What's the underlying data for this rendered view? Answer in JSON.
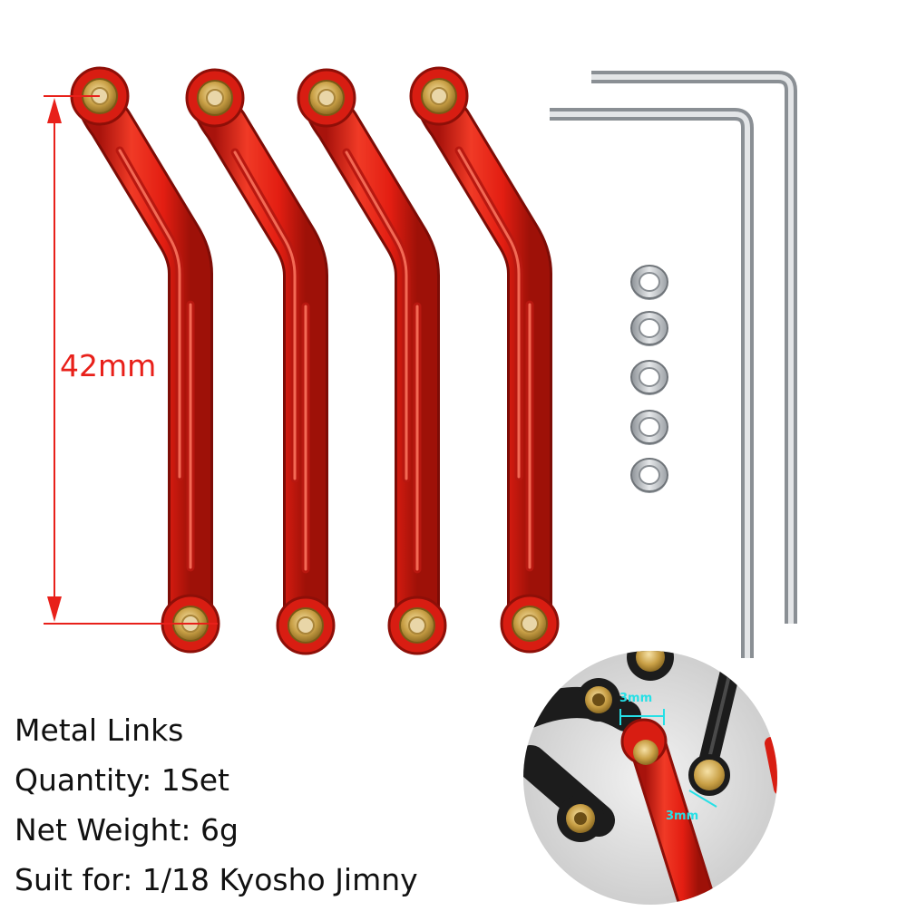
{
  "dimension": {
    "label": "42mm"
  },
  "specs": [
    {
      "label": "Metal Links"
    },
    {
      "label": "Quantity: 1Set"
    },
    {
      "label": "Net Weight: 6g"
    },
    {
      "label": "Suit for: 1/18 Kyosho Jimny"
    }
  ],
  "inset": {
    "label_a": "3mm",
    "label_b": "3mm"
  },
  "colors": {
    "link_red": "#e8201a",
    "brass": "#c9a046",
    "steel": "#bfc3c7",
    "dimension_red": "#e8201a",
    "annotation_cyan": "#25e0e6"
  }
}
